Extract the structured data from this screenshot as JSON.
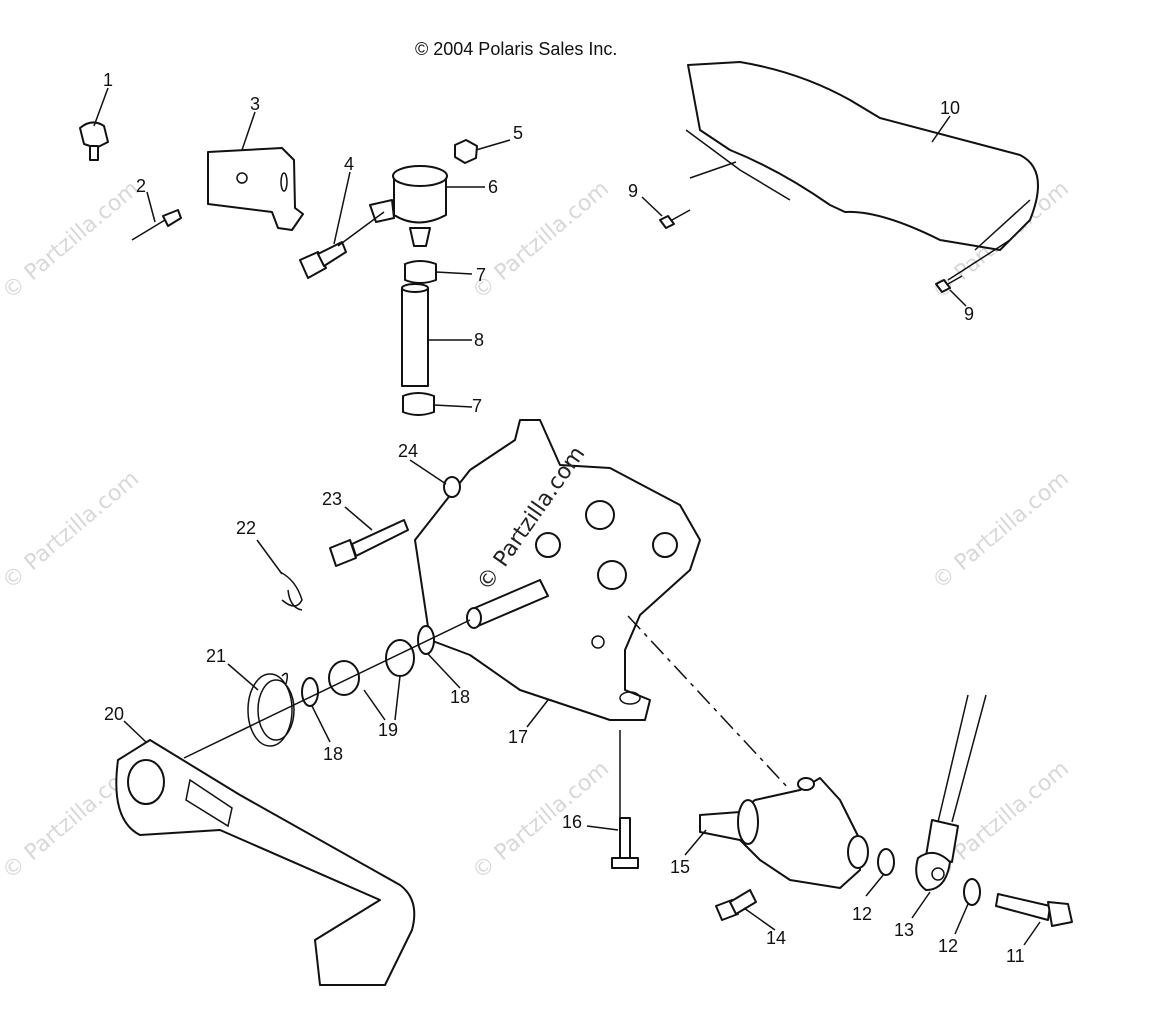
{
  "copyright": "© 2004 Polaris Sales Inc.",
  "watermark_text": "© Partzilla.com",
  "callouts": [
    {
      "id": "c1",
      "text": "1"
    },
    {
      "id": "c2",
      "text": "2"
    },
    {
      "id": "c3",
      "text": "3"
    },
    {
      "id": "c4",
      "text": "4"
    },
    {
      "id": "c5",
      "text": "5"
    },
    {
      "id": "c6",
      "text": "6"
    },
    {
      "id": "c7a",
      "text": "7"
    },
    {
      "id": "c7b",
      "text": "7"
    },
    {
      "id": "c8",
      "text": "8"
    },
    {
      "id": "c9a",
      "text": "9"
    },
    {
      "id": "c9b",
      "text": "9"
    },
    {
      "id": "c10",
      "text": "10"
    },
    {
      "id": "c11",
      "text": "11"
    },
    {
      "id": "c12a",
      "text": "12"
    },
    {
      "id": "c12b",
      "text": "12"
    },
    {
      "id": "c13",
      "text": "13"
    },
    {
      "id": "c14",
      "text": "14"
    },
    {
      "id": "c15",
      "text": "15"
    },
    {
      "id": "c16",
      "text": "16"
    },
    {
      "id": "c17",
      "text": "17"
    },
    {
      "id": "c18a",
      "text": "18"
    },
    {
      "id": "c18b",
      "text": "18"
    },
    {
      "id": "c19",
      "text": "19"
    },
    {
      "id": "c20",
      "text": "20"
    },
    {
      "id": "c21",
      "text": "21"
    },
    {
      "id": "c22",
      "text": "22"
    },
    {
      "id": "c23",
      "text": "23"
    },
    {
      "id": "c24",
      "text": "24"
    }
  ]
}
